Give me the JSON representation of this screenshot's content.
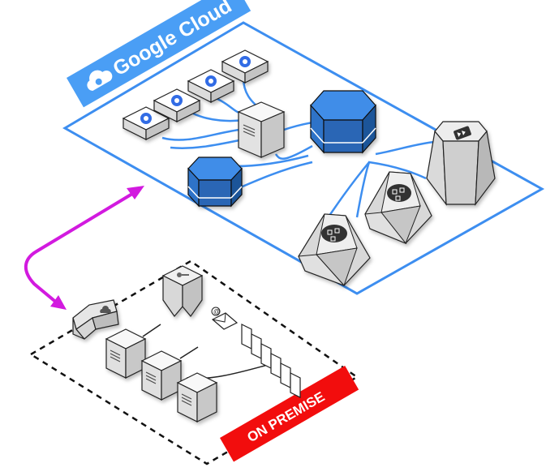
{
  "cloud": {
    "label": "Google Cloud",
    "platform_color": "#3d8ef0",
    "banner_color": "#4a9ef5",
    "logo_icon": "cloud-icon"
  },
  "on_premise": {
    "label": "ON PREMISE",
    "banner_color": "#f20d0d",
    "boundary_style": "dashed"
  },
  "link": {
    "color": "#d21adf",
    "direction": "bidirectional"
  },
  "components": {
    "cloud": [
      "kubernetes-node-1",
      "kubernetes-node-2",
      "kubernetes-node-3",
      "kubernetes-node-4",
      "cloud-server",
      "blue-database-large",
      "blue-database-small",
      "tunnel-gateway",
      "function-node-1",
      "function-node-2"
    ],
    "on_premise": [
      "vpn-gateway",
      "directory-server",
      "mail-icon",
      "server-1",
      "server-2",
      "server-3",
      "document-stack"
    ]
  }
}
